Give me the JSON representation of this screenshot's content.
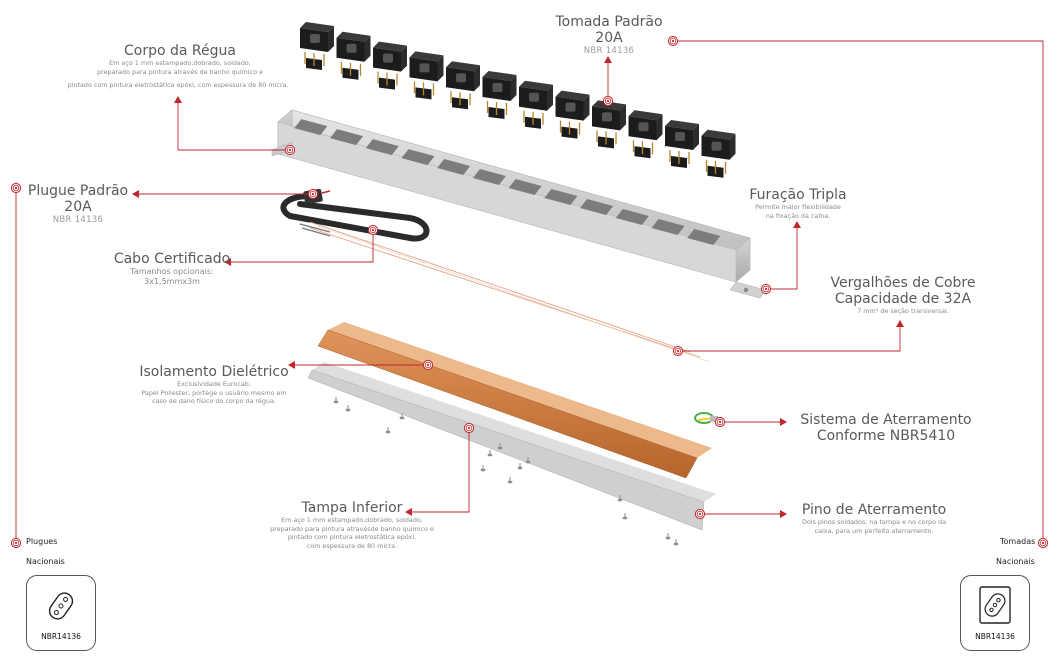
{
  "labels": {
    "corpo": {
      "title": "Corpo da Régua",
      "desc1": "Em aço 1 mm estampado,dobrado, soldado,",
      "desc2": "preparado para pintura através de banho químico e",
      "desc3": "pintado com pintura eletrostática epóxi, com espessura de 80 micra."
    },
    "tomada": {
      "title1": "Tomada Padrão",
      "title2": "20A",
      "standard": "NBR 14136"
    },
    "plugue": {
      "title1": "Plugue Padrão",
      "title2": "20A",
      "standard": "NBR 14136"
    },
    "furacao": {
      "title": "Furação Tripla",
      "desc1": "Permite maior flexibilidade",
      "desc2": "na fixação da calha."
    },
    "cabo": {
      "title": "Cabo Certificado",
      "desc1": "Tamanhos opcionais:",
      "desc2": "3x1,5mmx3m"
    },
    "vergalhoes": {
      "title1": "Vergalhões de Cobre",
      "title2": "Capacidade de 32A",
      "desc": "7 mm² de seção transversal."
    },
    "isolamento": {
      "title": "Isolamento Dielétrico",
      "desc1": "Exclusividade Eurocab.",
      "desc2": "Papel Poliester, portège o usuário mesmo em",
      "desc3": "caso de dano físico do corpo da régua."
    },
    "sistema": {
      "title1": "Sistema de Aterramento",
      "title2": "Conforme NBR5410"
    },
    "tampa": {
      "title": "Tampa Inferior",
      "desc1": "Em aço 1 mm estampado,dobrado, soldado,",
      "desc2": "preparado para pintura atravésde banho químico e",
      "desc3": "pintado com pintura eletrostática epóxi,",
      "desc4": "com espessura de 80 micra."
    },
    "pino": {
      "title": "Pino de Aterramento",
      "desc1": "Dois pinos soldados, na tampa e no corpo da",
      "desc2": "caixa, para um perfeito aterramento."
    }
  },
  "side_left": {
    "label1": "Plugues",
    "label2": "Nacionais",
    "badge": "NBR14136"
  },
  "side_right": {
    "label1": "Tomadas",
    "label2": "Nacionais",
    "badge": "NBR14136"
  },
  "colors": {
    "accent": "#c0272d",
    "steel": "#c9cbcd",
    "steel_dark": "#a9abad",
    "insulation": "#c97a3f",
    "cable": "#2a2a2a",
    "copper": "#e8a080"
  }
}
